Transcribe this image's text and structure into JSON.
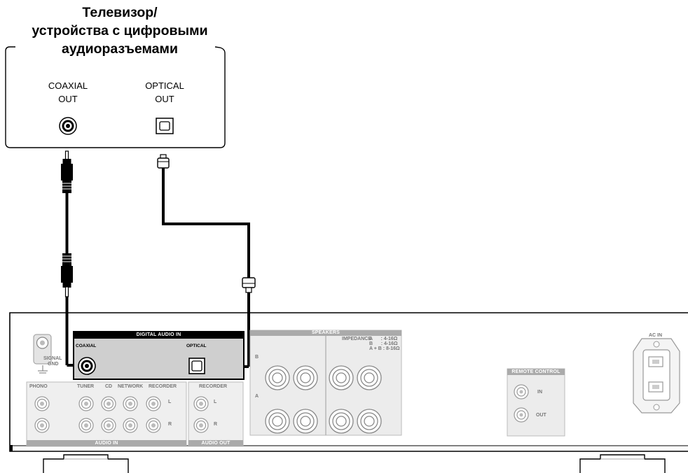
{
  "source_device": {
    "title_line1": "Телевизор/",
    "title_line2": "устройства с цифровыми",
    "title_line3": "аудиоразъемами",
    "coaxial_label_line1": "COAXIAL",
    "coaxial_label_line2": "OUT",
    "optical_label_line1": "OPTICAL",
    "optical_label_line2": "OUT"
  },
  "amplifier": {
    "digital_audio_in_header": "DIGITAL AUDIO IN",
    "coaxial_label": "COAXIAL",
    "optical_label": "OPTICAL",
    "signal_gnd_label_line1": "SIGNAL",
    "signal_gnd_label_line2": "GND",
    "audio_in_inputs": [
      "PHONO",
      "TUNER",
      "CD",
      "NETWORK",
      "RECORDER"
    ],
    "audio_in_footer": "AUDIO IN",
    "audio_out_input": "RECORDER",
    "audio_out_footer": "AUDIO OUT",
    "channel_left": "L",
    "channel_right": "R",
    "speakers_header": "SPEAKERS",
    "impedance_label": "IMPEDANCE",
    "impedance_a": "A      : 4-16Ω",
    "impedance_b": "B      : 4-16Ω",
    "impedance_ab": "A + B : 8-16Ω",
    "speaker_a_label": "A",
    "speaker_b_label": "B",
    "remote_control_header": "REMOTE CONTROL",
    "remote_in_label": "IN",
    "remote_out_label": "OUT",
    "ac_in_label": "AC IN"
  },
  "colors": {
    "panel_gray": "#b9b9b9",
    "digital_panel": "#c9c9c9",
    "cable": "#000000",
    "header_bar": "#9a9a9a"
  }
}
